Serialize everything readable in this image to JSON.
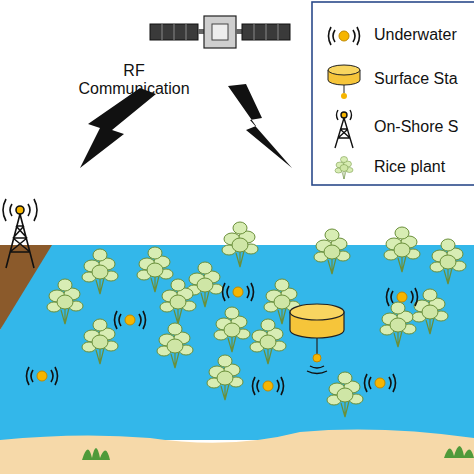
{
  "diagram": {
    "labels": [
      "RF Communication"
    ],
    "legend": [
      {
        "text": "Underwater"
      },
      {
        "text": "Surface Sta"
      },
      {
        "text": "On-Shore S"
      },
      {
        "text": "Rice plant"
      }
    ]
  }
}
